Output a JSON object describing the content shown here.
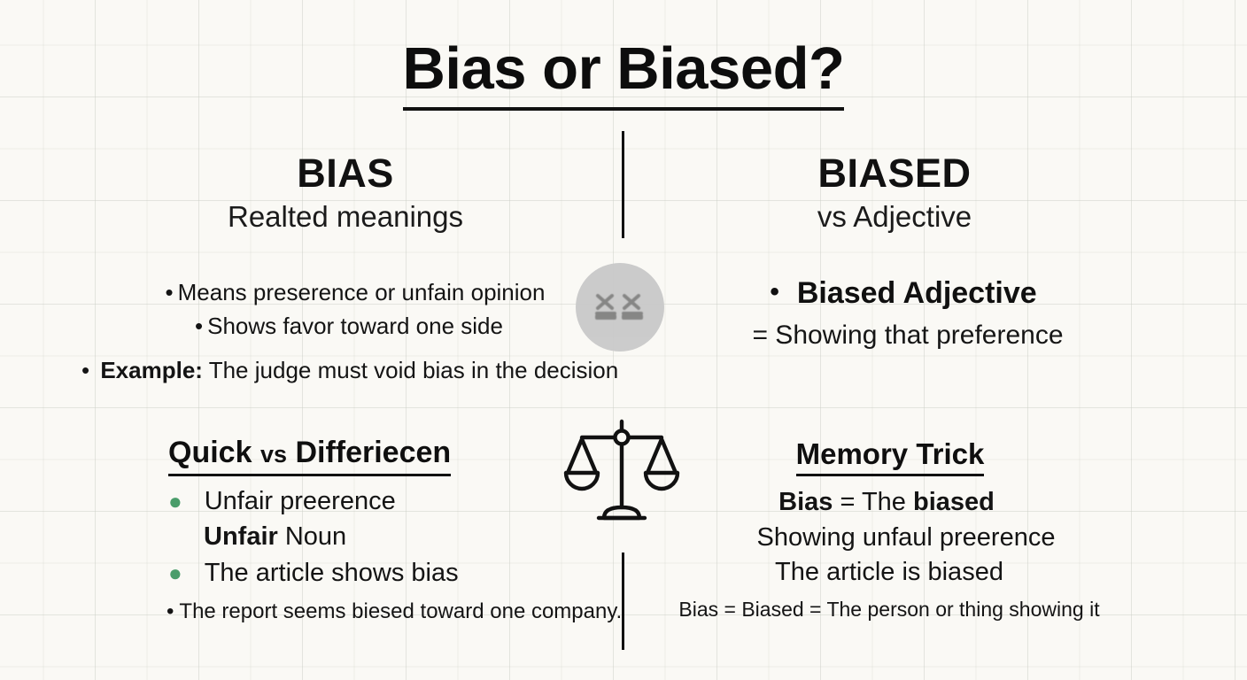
{
  "title": "Bias or Biased?",
  "columns": {
    "left": {
      "heading": "BIAS",
      "subheading": "Realted meanings"
    },
    "right": {
      "heading": "BIASED",
      "subheading": "vs Adjective"
    }
  },
  "left_upper": {
    "bullet_char": "•",
    "items": [
      "Means preserence or unfain opinion",
      "Shows favor toward one side"
    ],
    "example_label": "Example:",
    "example_text": "The judge must void bias in the decision"
  },
  "right_upper": {
    "bullet_char": "•",
    "lead": "Biased Adjective",
    "equals_line": "= Showing that preference"
  },
  "left_lower": {
    "title_part1": "Quick",
    "title_vs": "vs",
    "title_part2": "Differiecen",
    "line1": "Unfair preerence",
    "line2_bold": "Unfair",
    "line2_rest": "Noun",
    "line3": "The article shows bias",
    "line4": "The report seems biesed toward one company.",
    "green_bullet_char": "●",
    "bullet_char": "•"
  },
  "right_lower": {
    "title": "Memory Trick",
    "line1_a": "Bias",
    "line1_b": "= The",
    "line1_c": "biased",
    "line2": "Showing unfaul preerence",
    "line3": "The article is biased",
    "line4": "Bias = Biased = The person or thing showing it"
  },
  "icons": {
    "center_scale": "balance-scale-icon",
    "badge_scale": "faded-scale-badge-icon"
  },
  "colors": {
    "background": "#faf9f5",
    "text": "#111111",
    "green_bullet": "#4a9d6a",
    "badge_circle": "#c9c9c9",
    "rule": "#111111"
  }
}
